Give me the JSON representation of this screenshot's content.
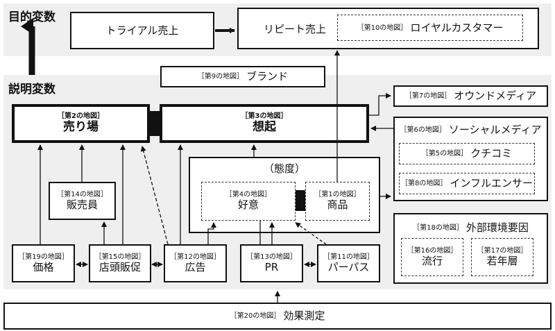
{
  "labels": {
    "objective": "目的変数",
    "explanatory": "説明変数",
    "attitude": "（態度）"
  },
  "nodes": {
    "trial_sales": {
      "title": "トライアル売上"
    },
    "repeat_sales": {
      "title": "リピート売上"
    },
    "loyal": {
      "tag": "［第10の地図］",
      "title": "ロイヤルカスタマー"
    },
    "brand": {
      "tag": "［第9の地図］",
      "title": "ブランド"
    },
    "owned_media": {
      "tag": "［第7の地図］",
      "title": "オウンドメディア"
    },
    "sales_floor": {
      "tag": "［第2の地図］",
      "title": "売り場"
    },
    "recall": {
      "tag": "［第3の地図］",
      "title": "想起"
    },
    "social_media": {
      "tag": "［第6の地図］",
      "title": "ソーシャルメディア"
    },
    "word_of_mouth": {
      "tag": "［第5の地図］",
      "title": "クチコミ"
    },
    "influencer": {
      "tag": "［第8の地図］",
      "title": "インフルエンサー"
    },
    "favorability": {
      "tag": "［第4の地図］",
      "title": "好意"
    },
    "product": {
      "tag": "［第1の地図］",
      "title": "商品"
    },
    "salesperson": {
      "tag": "［第14の地図］",
      "title": "販売員"
    },
    "external": {
      "tag": "［第18の地図］",
      "title": "外部環境要因"
    },
    "trend": {
      "tag": "［第16の地図］",
      "title": "流行"
    },
    "young": {
      "tag": "［第17の地図］",
      "title": "若年層"
    },
    "price": {
      "tag": "［第19の地図］",
      "title": "価格"
    },
    "store_promo": {
      "tag": "［第15の地図］",
      "title": "店頭販促"
    },
    "advertising": {
      "tag": "［第12の地図］",
      "title": "広告"
    },
    "pr": {
      "tag": "［第13の地図］",
      "title": "PR"
    },
    "purpose": {
      "tag": "［第11の地図］",
      "title": "パーパス"
    },
    "measurement": {
      "tag": "［第20の地図］",
      "title": "効果測定"
    }
  }
}
